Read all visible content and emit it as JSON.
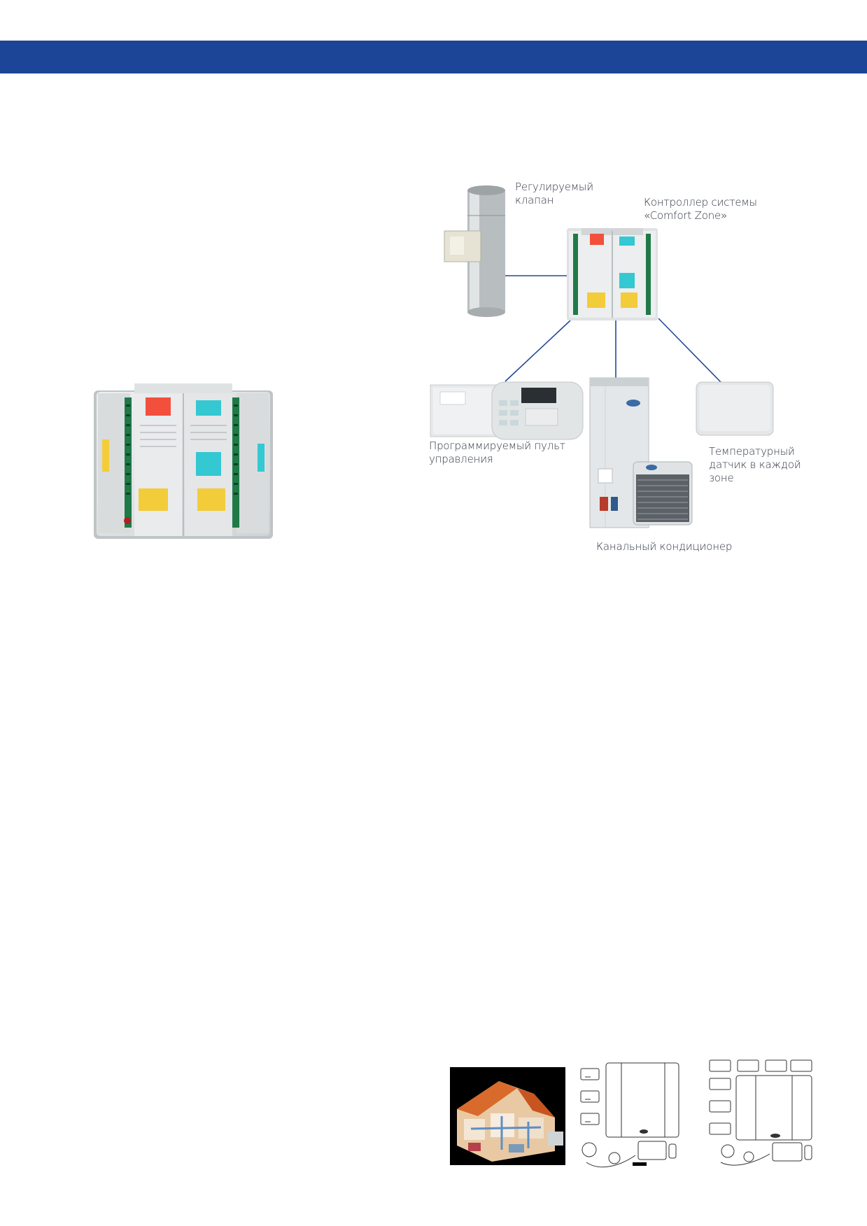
{
  "colors": {
    "header_bar": "#1c4598",
    "connector_line": "#244a94",
    "device_gray": "#e7e9ea",
    "label_red": "#f2503c",
    "label_cyan": "#34c8d3",
    "label_yellow": "#f3cc3a",
    "terminal_green": "#1f7a48"
  },
  "diagram": {
    "damper_label": [
      "Регулируемый",
      "клапан"
    ],
    "controller_label": [
      "Контроллер системы",
      "«Comfort Zone»"
    ],
    "remote_label": [
      "Программируемый пульт",
      "управления"
    ],
    "sensor_label": [
      "Температурный",
      "датчик в каждой",
      "зоне"
    ],
    "ac_label": "Канальный кондиционер"
  }
}
